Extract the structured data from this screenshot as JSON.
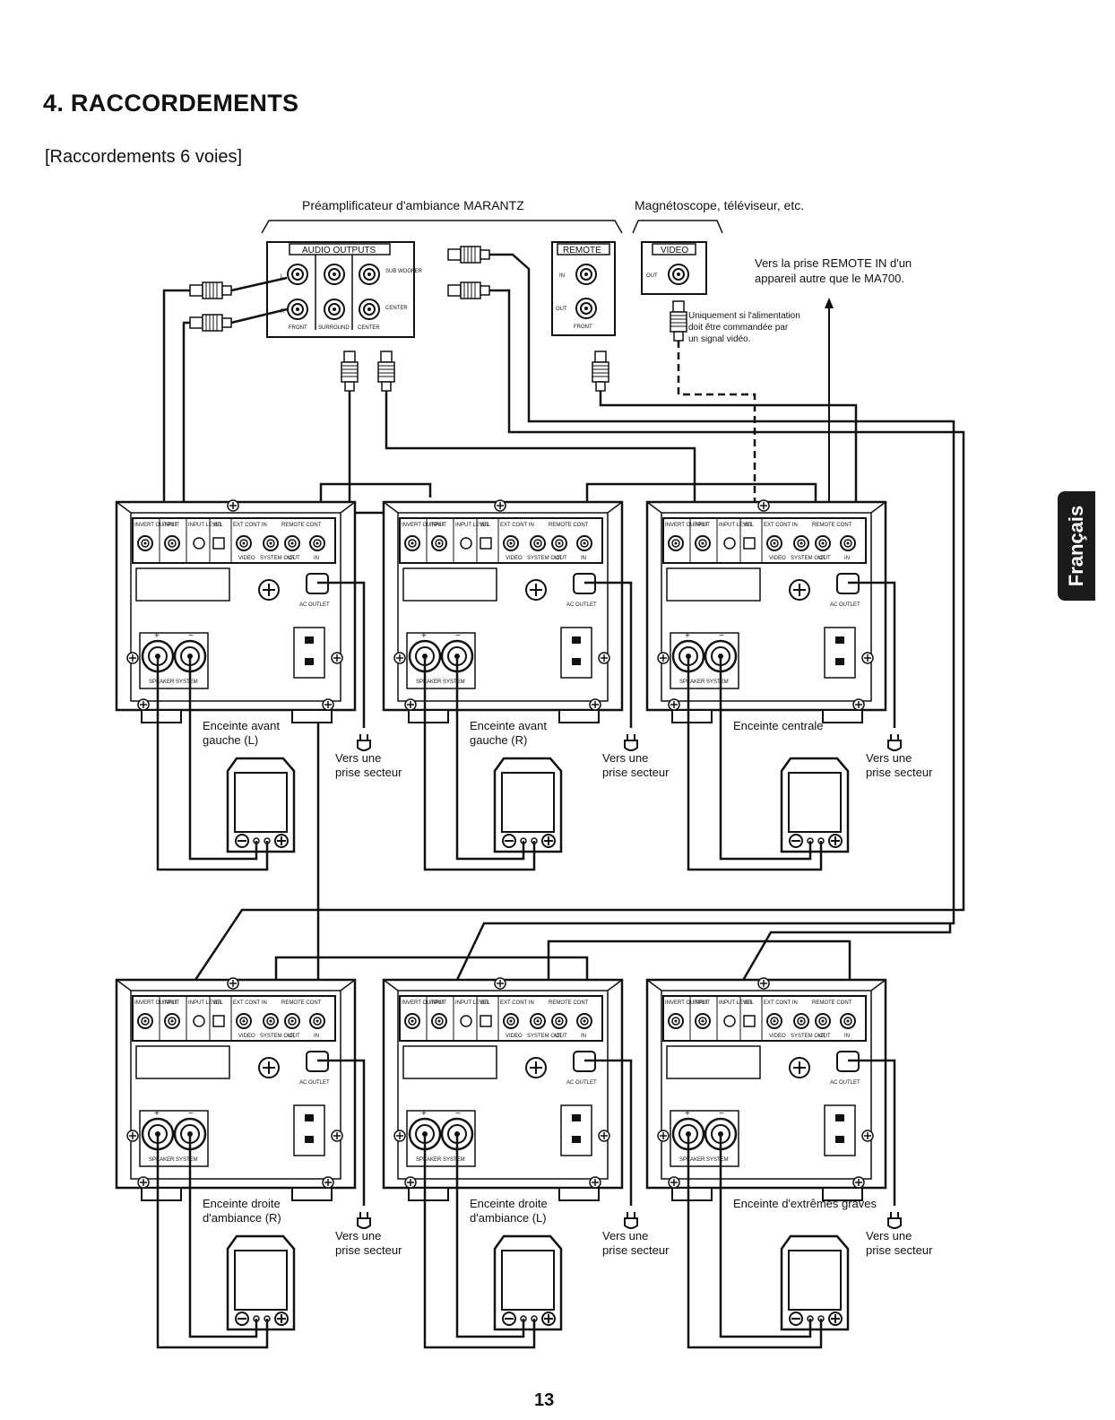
{
  "heading": "4. RACCORDEMENTS",
  "subheading": "[Raccordements 6 voies]",
  "side_tab": "Français",
  "page_number": "13",
  "preamp": {
    "label": "Préamplificateur d'ambiance MARANTZ",
    "audio_outputs": "AUDIO OUTPUTS",
    "sub_woofer": "SUB WOOFER",
    "center": "CENTER",
    "front": "FRONT",
    "surround": "SURROUND",
    "center_bottom": "CENTER",
    "l": "L",
    "r": "R",
    "remote": "REMOTE",
    "remote_in": "IN",
    "remote_out": "OUT",
    "remote_front": "FRONT"
  },
  "video_source": {
    "label": "Magnétoscope, téléviseur, etc.",
    "video": "VIDEO",
    "out": "OUT"
  },
  "notes": {
    "remote_in_line1": "Vers la prise REMOTE IN d'un",
    "remote_in_line2": "appareil autre que le MA700.",
    "video_note_line1": "Uniquement si l'alimentation",
    "video_note_line2": "doit être commandée par",
    "video_note_line3": "un signal vidéo."
  },
  "amp_panel": {
    "invert_output": "INVERT OUTPUT",
    "input": "INPUT",
    "input_level": "INPUT LEVEL",
    "stl": "STL",
    "ext_cont_in": "EXT CONT IN",
    "remote_cont": "REMOTE CONT",
    "video": "VIDEO",
    "system_out": "SYSTEM OUT",
    "out": "OUT",
    "in": "IN",
    "ac_outlet": "AC OUTLET",
    "speaker_system": "SPEAKER SYSTEM"
  },
  "amplifiers": [
    {
      "speaker": "Enceinte avant",
      "speaker2": "gauche (L)",
      "mains1": "Vers une",
      "mains2": "prise secteur"
    },
    {
      "speaker": "Enceinte avant",
      "speaker2": "gauche (R)",
      "mains1": "Vers une",
      "mains2": "prise secteur"
    },
    {
      "speaker": "Enceinte centrale",
      "speaker2": "",
      "mains1": "Vers une",
      "mains2": "prise secteur"
    },
    {
      "speaker": "Enceinte droite",
      "speaker2": "d'ambiance (R)",
      "mains1": "Vers une",
      "mains2": "prise secteur"
    },
    {
      "speaker": "Enceinte droite",
      "speaker2": "d'ambiance (L)",
      "mains1": "Vers une",
      "mains2": "prise secteur"
    },
    {
      "speaker": "Enceinte d'extrêmes graves",
      "speaker2": "",
      "mains1": "Vers une",
      "mains2": "prise secteur"
    }
  ]
}
